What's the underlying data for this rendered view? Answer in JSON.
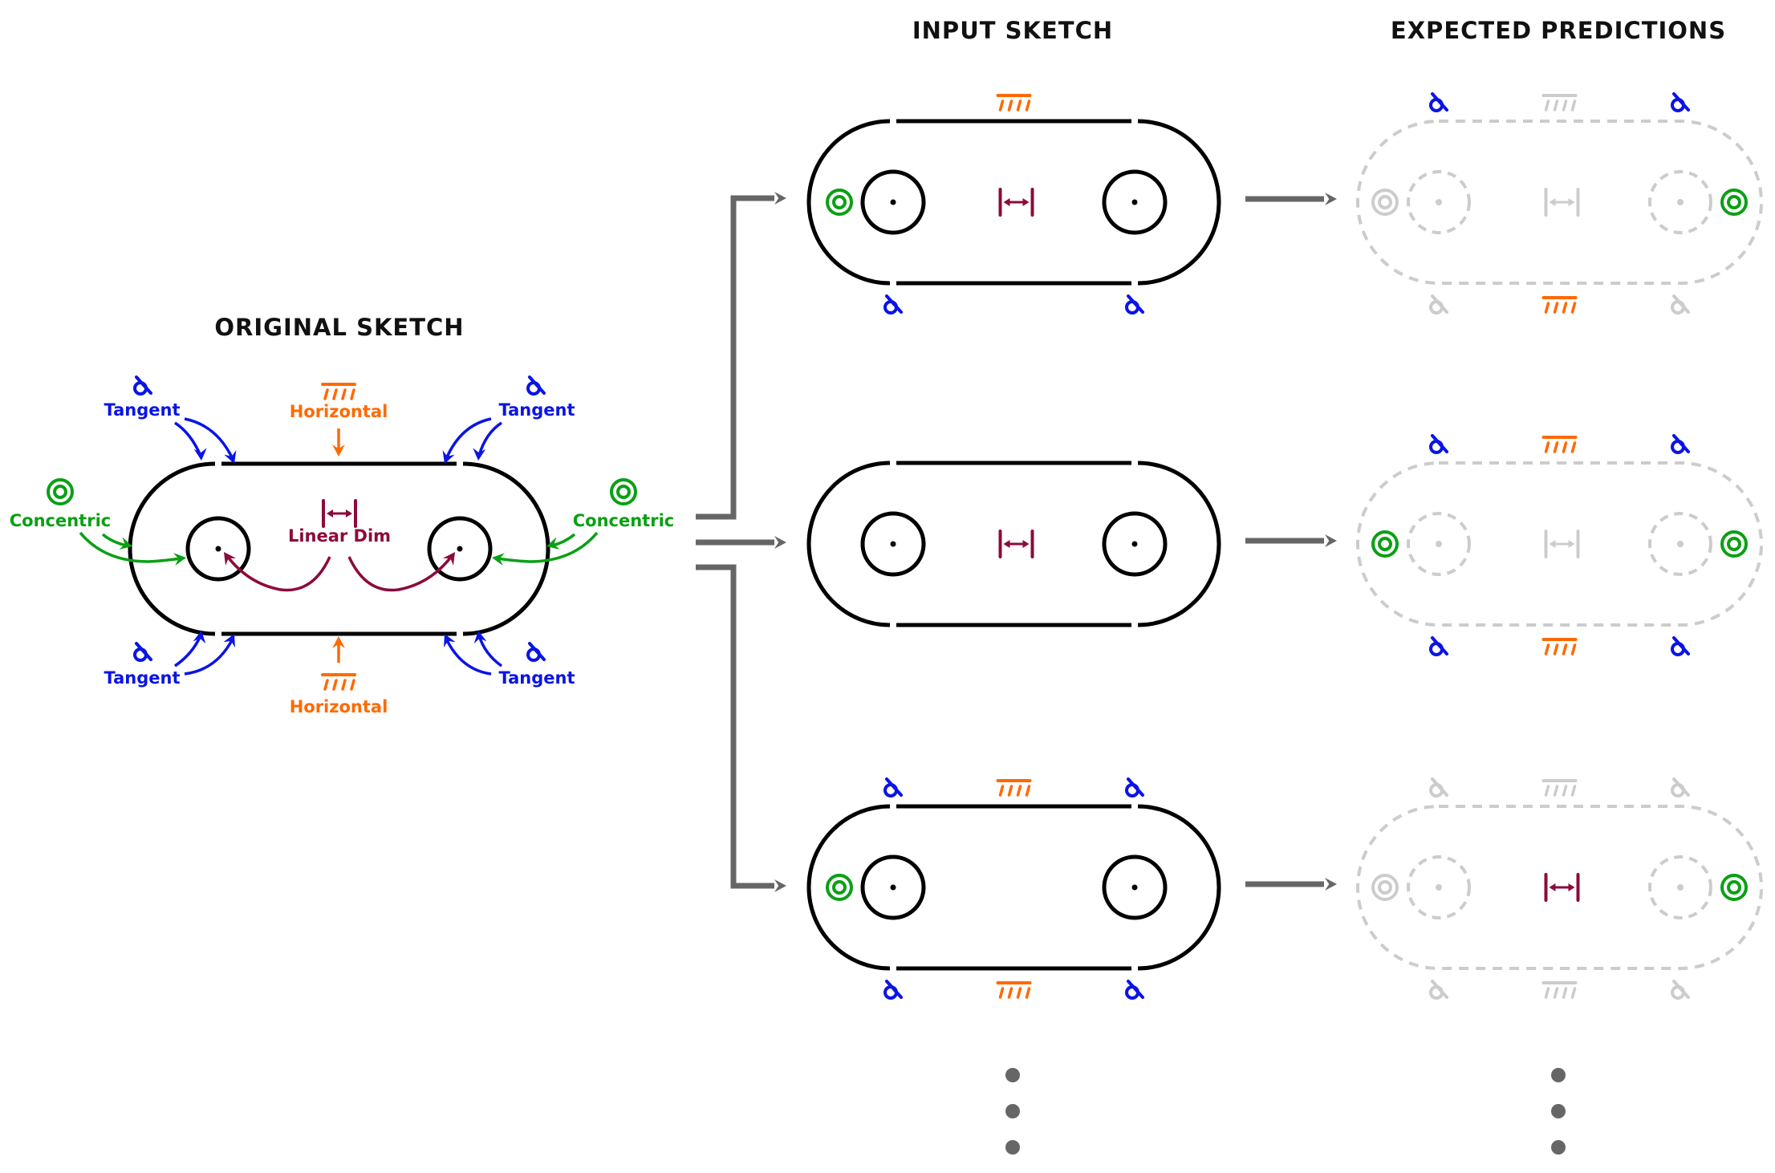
{
  "titles": {
    "original": "ORIGINAL SKETCH",
    "input": "INPUT SKETCH",
    "predictions": "EXPECTED PREDICTIONS"
  },
  "colors": {
    "sketch": "#000000",
    "tangent": "#0a14e6",
    "horizontal": "#ff6a00",
    "concentric": "#0aa014",
    "linear_dim": "#8c0a3c",
    "faded": "#cccccc",
    "arrow": "#666666"
  },
  "original_sketch": {
    "labels": {
      "tangent_top_left": "Tangent",
      "tangent_top_right": "Tangent",
      "tangent_bottom_left": "Tangent",
      "tangent_bottom_right": "Tangent",
      "horizontal_top": "Horizontal",
      "horizontal_bottom": "Horizontal",
      "concentric_left": "Concentric",
      "concentric_right": "Concentric",
      "linear_dim": "Linear Dim"
    },
    "constraint_icons": [
      "tangent-icon",
      "horizontal-icon",
      "concentric-icon",
      "linear-dim-icon"
    ]
  },
  "examples": [
    {
      "input": {
        "tangent_tl": false,
        "horizontal_top": true,
        "tangent_tr": false,
        "tangent_bl": true,
        "horizontal_bottom": false,
        "tangent_br": true,
        "concentric_left": true,
        "concentric_right": false,
        "linear_dim": true
      },
      "prediction": {
        "tangent_tl": true,
        "horizontal_top": false,
        "tangent_tr": true,
        "tangent_bl": false,
        "horizontal_bottom": true,
        "tangent_br": false,
        "concentric_left": false,
        "concentric_right": true,
        "linear_dim": false
      }
    },
    {
      "input": {
        "tangent_tl": false,
        "horizontal_top": false,
        "tangent_tr": false,
        "tangent_bl": false,
        "horizontal_bottom": false,
        "tangent_br": false,
        "concentric_left": false,
        "concentric_right": false,
        "linear_dim": true
      },
      "prediction": {
        "tangent_tl": true,
        "horizontal_top": true,
        "tangent_tr": true,
        "tangent_bl": true,
        "horizontal_bottom": true,
        "tangent_br": true,
        "concentric_left": true,
        "concentric_right": true,
        "linear_dim": false
      }
    },
    {
      "input": {
        "tangent_tl": true,
        "horizontal_top": true,
        "tangent_tr": true,
        "tangent_bl": true,
        "horizontal_bottom": true,
        "tangent_br": true,
        "concentric_left": true,
        "concentric_right": false,
        "linear_dim": false
      },
      "prediction": {
        "tangent_tl": false,
        "horizontal_top": false,
        "tangent_tr": false,
        "tangent_bl": false,
        "horizontal_bottom": false,
        "tangent_br": false,
        "concentric_left": false,
        "concentric_right": true,
        "linear_dim": true
      }
    }
  ],
  "continuation": "more-examples-ellipsis"
}
